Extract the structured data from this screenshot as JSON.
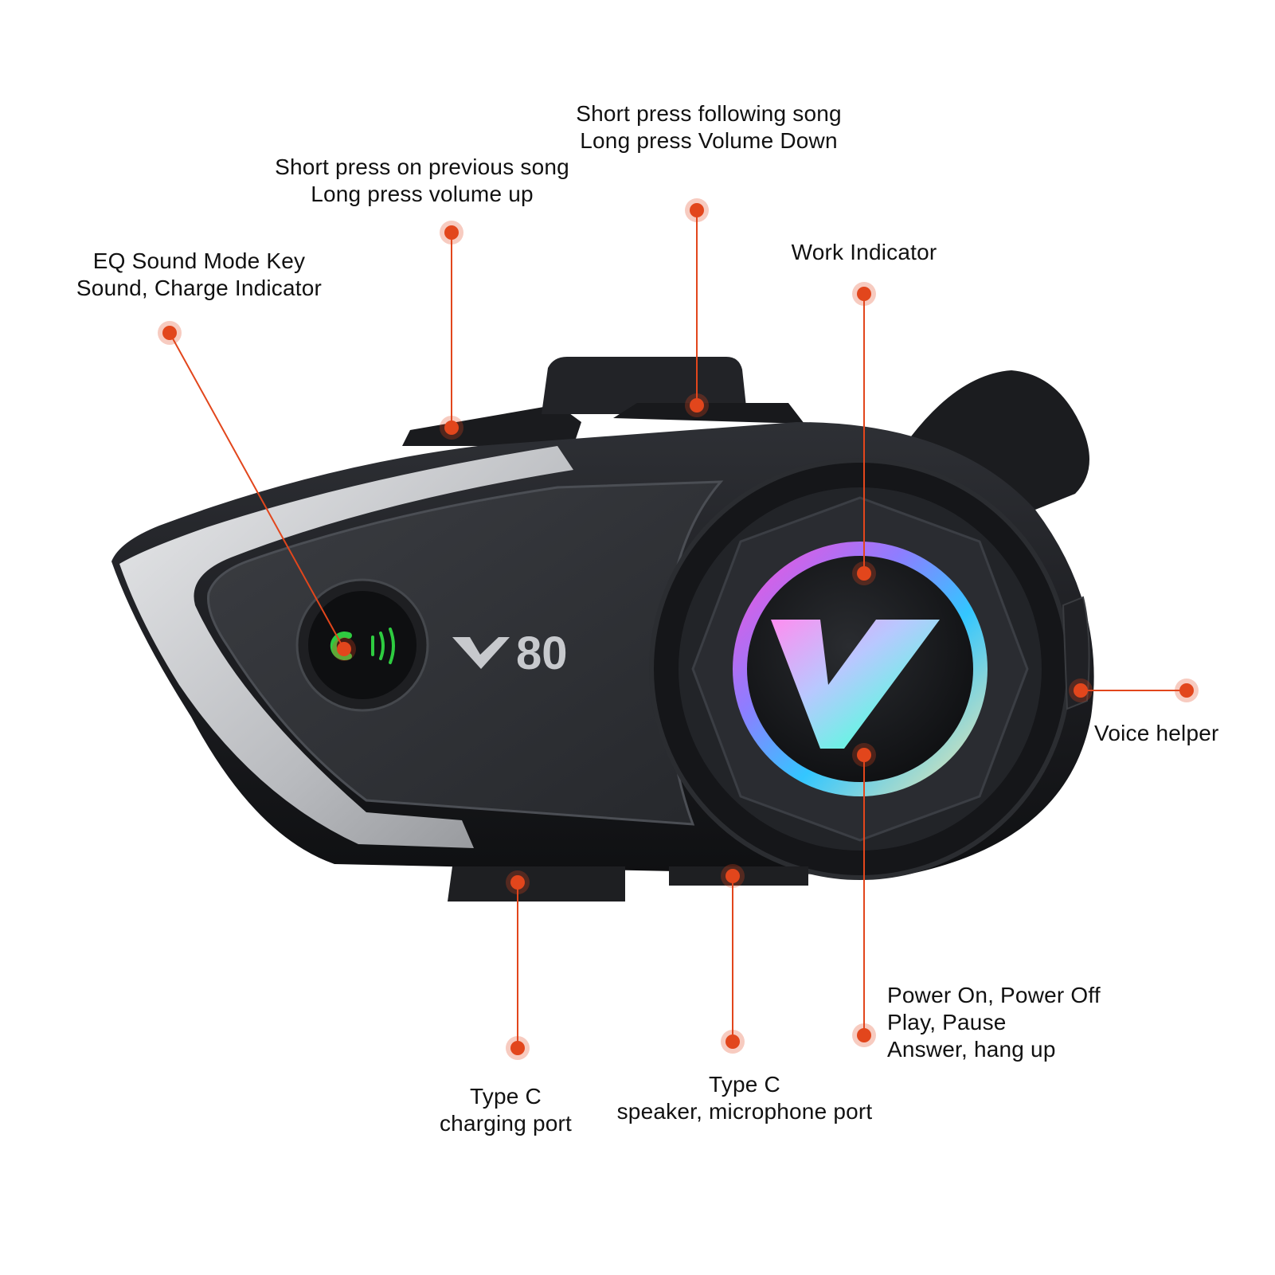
{
  "product": {
    "model_text": "80",
    "logo_mark": "V"
  },
  "callouts": {
    "next_song": {
      "line1": "Short press following song",
      "line2": "Long press Volume Down"
    },
    "prev_song": {
      "line1": "Short press on previous song",
      "line2": "Long press volume up"
    },
    "eq_key": {
      "line1": "EQ Sound Mode Key",
      "line2": "Sound, Charge Indicator"
    },
    "work_indicator": {
      "line1": "Work Indicator"
    },
    "voice_helper": {
      "line1": "Voice helper"
    },
    "power": {
      "line1": "Power On, Power Off",
      "line2": "Play, Pause",
      "line3": "Answer, hang up"
    },
    "charging_port": {
      "line1": "Type C",
      "line2": "charging port"
    },
    "speaker_port": {
      "line1": "Type C",
      "line2": "speaker, microphone port"
    }
  },
  "colors": {
    "accent_dot": "#e2461c",
    "leader_line": "#e2461c",
    "device_body": "#1c1d20",
    "device_trim": "#c9cbcf",
    "indicator_green": "#2ecc40"
  }
}
